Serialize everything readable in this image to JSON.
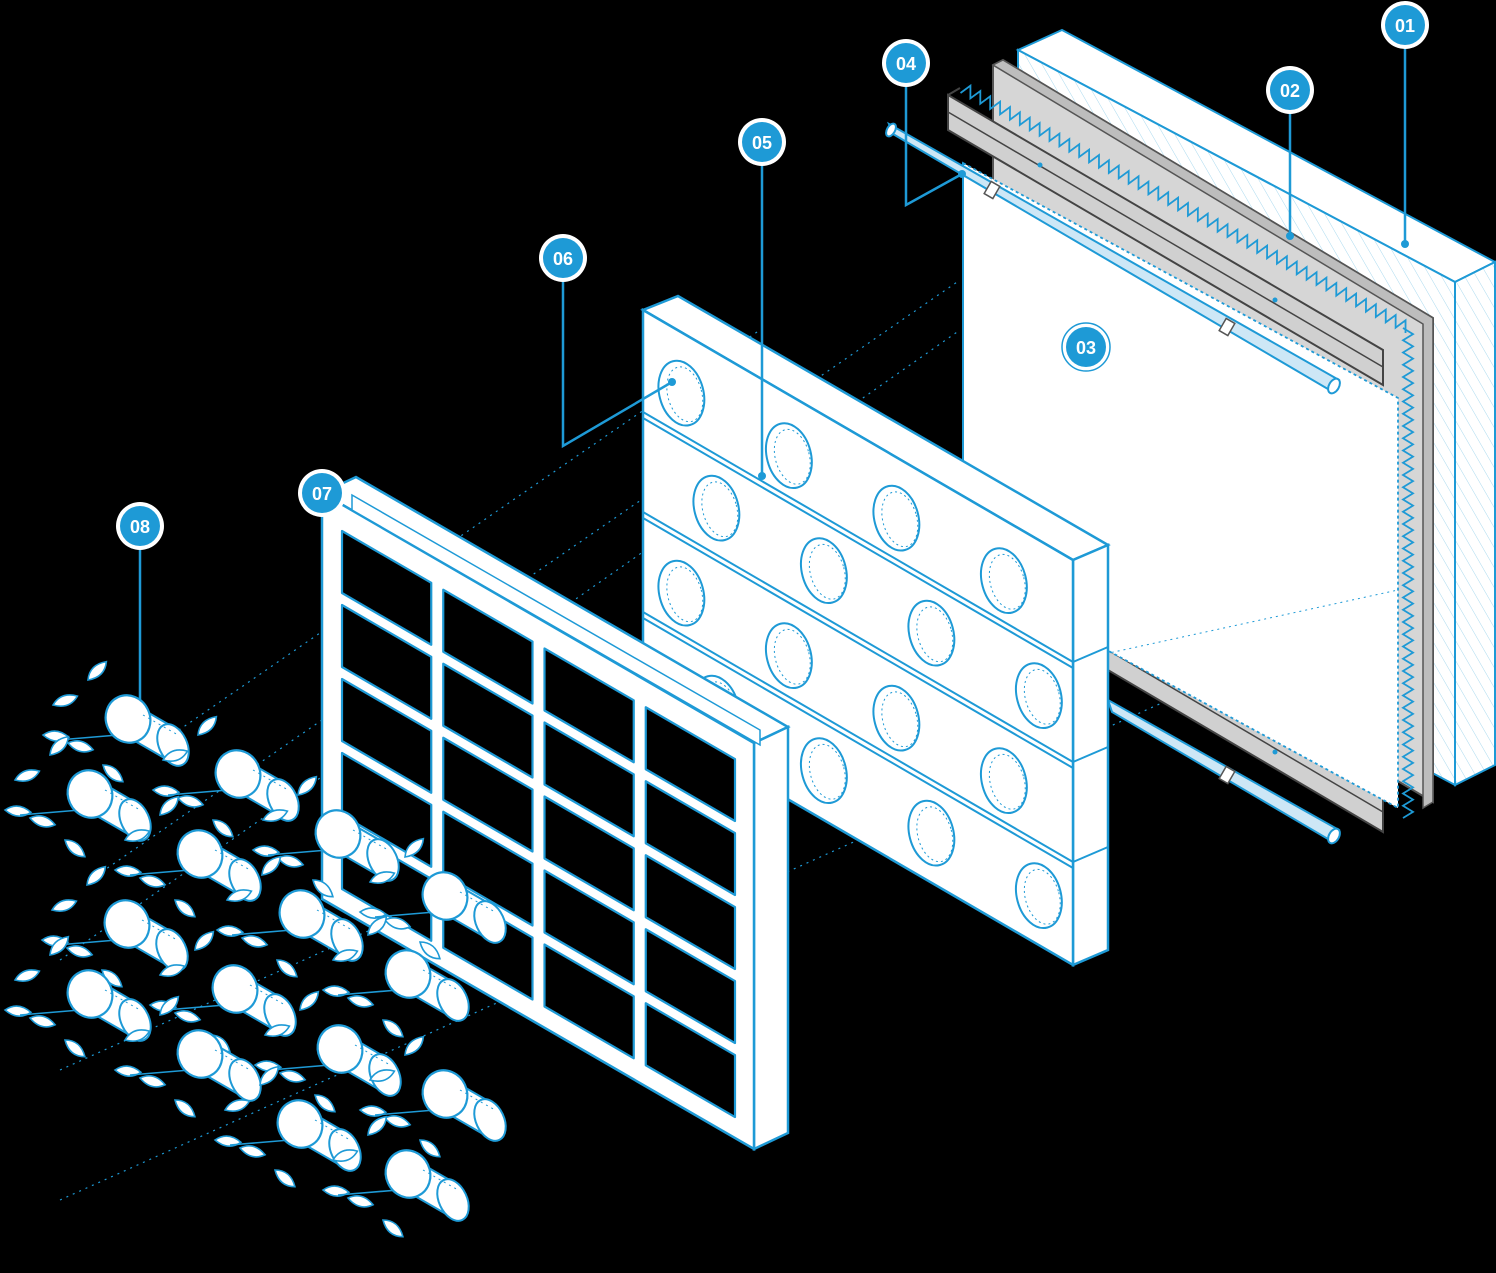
{
  "colors": {
    "background": "#000000",
    "line": "#1e9ad6",
    "fill": "#ffffff",
    "rail": "#cfcfcf",
    "callout_fill": "#1e9ad6",
    "callout_text": "#ffffff"
  },
  "callouts": [
    {
      "id": "c01",
      "label": "01",
      "part": "wall-panel"
    },
    {
      "id": "c02",
      "label": "02",
      "part": "mounting-rail"
    },
    {
      "id": "c03",
      "label": "03",
      "part": "fabric-layer"
    },
    {
      "id": "c04",
      "label": "04",
      "part": "irrigation-pipe"
    },
    {
      "id": "c05",
      "label": "05",
      "part": "planting-module-board"
    },
    {
      "id": "c06",
      "label": "06",
      "part": "board-surface"
    },
    {
      "id": "c07",
      "label": "07",
      "part": "grid-frame"
    },
    {
      "id": "c08",
      "label": "08",
      "part": "plant-plugs"
    }
  ]
}
